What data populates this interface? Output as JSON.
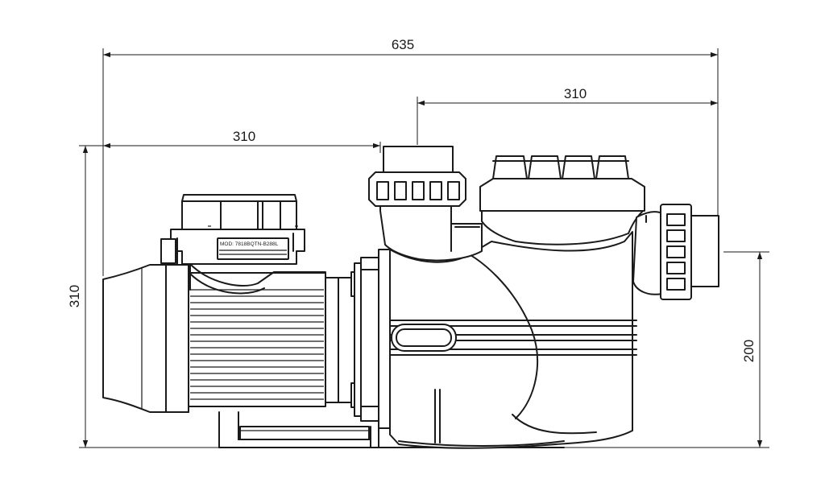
{
  "dimensions": {
    "overall_length": "635",
    "motor_to_inlet": "310",
    "inlet_to_outlet": "310",
    "overall_height": "310",
    "outlet_height": "200"
  },
  "nameplate": {
    "model": "MOD: 7818BQTN-B288L"
  }
}
